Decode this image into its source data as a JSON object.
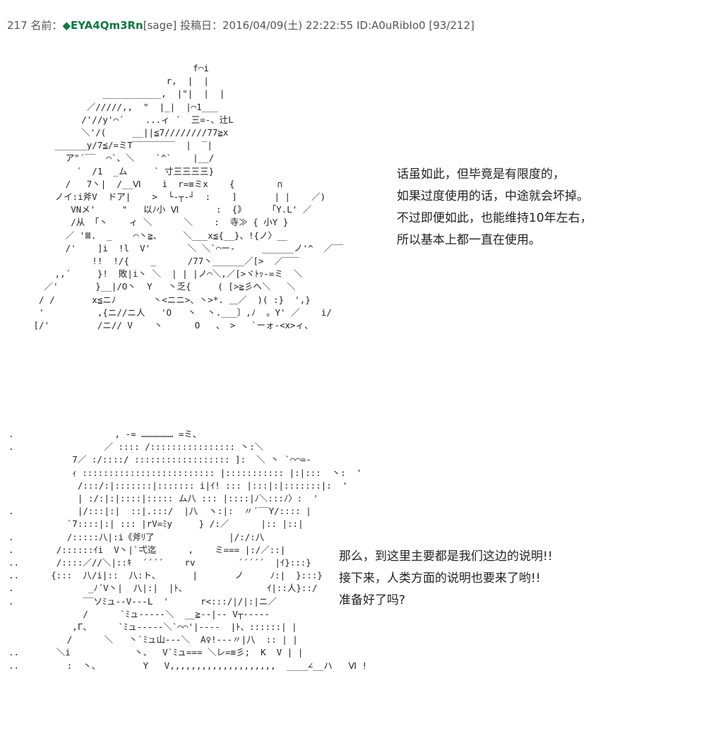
{
  "post": {
    "number": "217",
    "name_label": "名前：",
    "name": "◆EYA4Qm3Rn",
    "mail": "[sage]",
    "date_label": "投稿日：",
    "date": "2016/04/09(土) 22:22:55",
    "id": "ID:A0uRibIo0",
    "counter": "[93/212]"
  },
  "art": {
    "top": "                               f⌒i\n                          r,  |  |\n              ___________,  |\"|  |  |\n           ／/////,,  \"  |_|  |⌒1___\n          /'//y'⌒´    ...ィ ´  三=-、辻L\n          ＼'/(     __||≦7////////77≧x\n     ______y/7≦/=ミT‾‾‾‾‾‾‾‾  |  ‾|\n       ア\"´‾‾  ⌒`、＼    `^`    |__/\n         ´  /1  _ム     ` 寸三三三三}\n       /   7丶|  /__Ⅵ    i  r=≡ミx    {        ∩\n     ノイ:i斧V  ドア|    >  └‐┬‐┘  :    ]       | |    ／)\n        VNメ'     \"   以ﾉ小 Ⅵ       :  {》    「Y.L' ／\n        /从 「丶    ィ ＼      ＼    :  寺≫ { 小Y }\n       ／ 'Ⅲ.  _    ⌒丶≧、    ＼___x≦{__}、!{ノ〉__\n       /'    ]i  !l  V'       ＼ ＼`⌒ー-     ______ノ'^  ／‾‾\n            !!  !/{    _      /77丶______／[>  ／‾‾‾\n     ,,´     }!  敗|i丶 ＼  | | |ノ⌒＼,／[>ヾﾄｯ‐=ミ  ＼\n   ／'       }__|/O丶  Y   丶乏{     ( [>≧彡ヘ＼   ＼\n  / /       x≦ニﾉ       丶<ニニ>、丶>*. ＿／  )( :}  ',}\n  '          ,{ニ//ニ人   'O   丶  丶.___〕,ﾉ  。Y' ／    i/\n [/'         /ニ// V    丶      O   、 >   `ーォ-<x>ィ、",
    "bottom": ".                   , -= ……………… =ミ、\n.                 ／ :::: /:::::::::::::::: 丶:＼\n            7／ :/::::/ :::::::::::::::::: ]:  ＼ 丶 `⌒⌒=-\n            ｨ ::::::::::::::::::::::::: |::::::::::: |:|:::  丶:  '\n             /:::/:|:::::::|::::::: i|ｲ! ::: |:::|:|:::::::|:  '\n             | :/:|:|::::|::::: ム八 ::: |::::|ﾉ＼:::ﾉ〉:  '\n.            |/:::|:|  ::|.:::/  |八  ヽ:|:  〃´‾‾Y/:::: |\n           `7::::|:| ::: |rV=ﾐy     } /:／      |:: |::|\n.          /:::::八|:i《斧ﾘ了              |/:/:八\n.        /::::::ｲi  V丶|`弌迄      ,    ミ=== |:/／::|\n..       /::::／//＼|::ｷ  ´´´´    rv        ´´´´´  |ｲ}:::}\n..      {:::  八/i|::  八:ト、      |       ノ     ﾉ:|  }:::}\n.              _ﾉ´V丶|  八|:|  |ﾄ、               ｲ|::人}::/\n.             ‾‾ソﾐュ--V---L  '      r<:::/|/|:|ニ／\n              /      `ﾐュ-----＼  __≧--|-- V┬‐‐‐‐‐\n            ,Γ、     `ﾐュ-----＼`⌒⌒'|----  |ﾄ、::::::| |\n           /      ＼   丶`ﾐュ山---＼  A♀!---〃|八  :: | |\n..       ＼i            丶、  V`ﾐュ=== ＼レ=≡彡;  K  V | |\n..         :  丶、        Y   V,,,,,,,,,,,,,,,,,,,,  ____∠__ハ   Ⅵ !"
  },
  "dialog_top": [
    "话虽如此，但毕竟是有限度的，",
    "如果过度使用的话，中途就会坏掉。",
    "不过即便如此，也能维持10年左右，",
    "所以基本上都一直在使用。"
  ],
  "dialog_bottom": [
    "那么，到这里主要都是我们这边的说明!!",
    "接下来，人类方面的说明也要来了哟!!",
    "准备好了吗?"
  ],
  "colors": {
    "name": "#117743",
    "text": "#333333",
    "background": "#ffffff"
  }
}
